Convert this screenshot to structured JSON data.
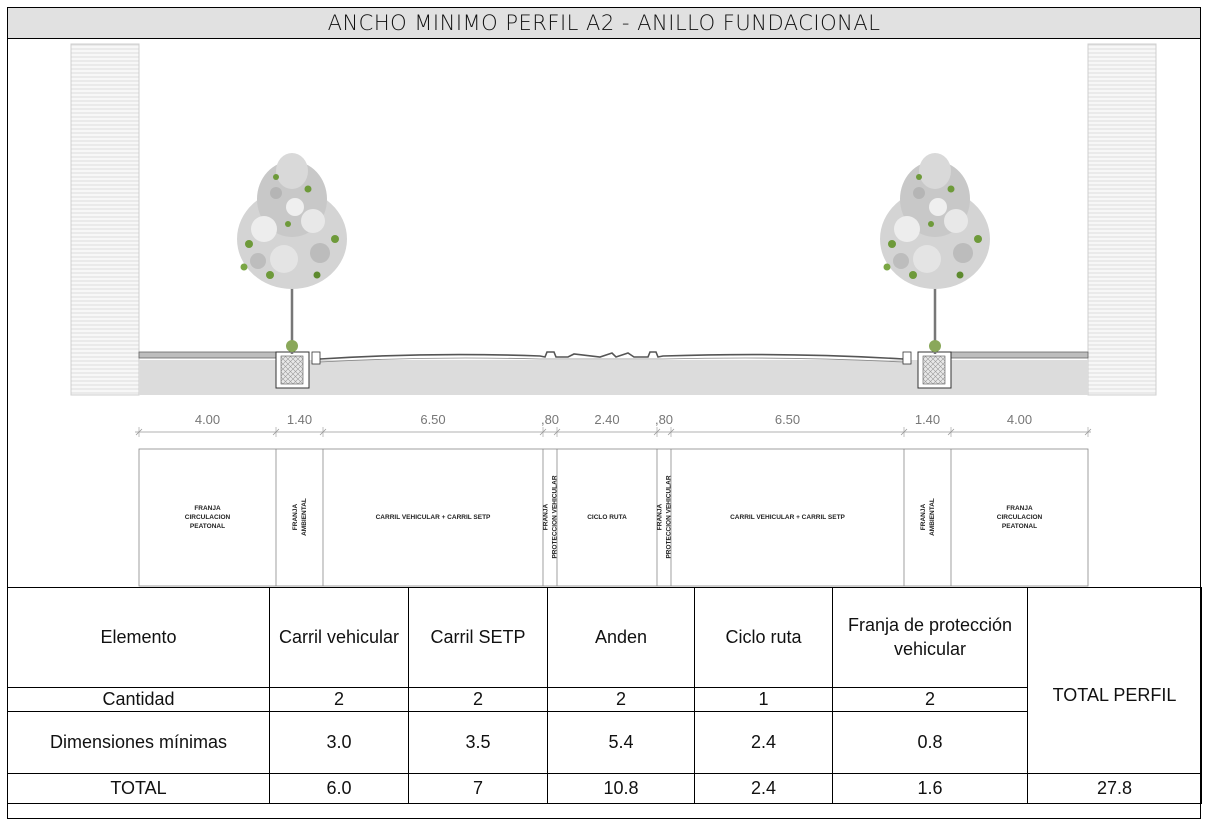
{
  "title": "ANCHO MINIMO PERFIL A2 - ANILLO FUNDACIONAL",
  "section_drawing": {
    "dimensions": [
      "4.00",
      "1.40",
      "6.50",
      ",80",
      "2.40",
      ",80",
      "6.50",
      "1.40",
      "4.00"
    ],
    "zones": [
      "FRANJA CIRCULACION PEATONAL",
      "FRANJA AMBIENTAL",
      "CARRIL VEHICULAR + CARRIL SETP",
      "FRANJA PROTECCION VEHICULAR",
      "CICLO RUTA",
      "FRANJA PROTECCION VEHICULAR",
      "CARRIL VEHICULAR + CARRIL SETP",
      "FRANJA AMBIENTAL",
      "FRANJA CIRCULACION PEATONAL"
    ]
  },
  "table": {
    "header": {
      "element": "Elemento",
      "carril_vehicular": "Carril vehicular",
      "carril_setp": "Carril SETP",
      "anden": "Anden",
      "ciclo_ruta": "Ciclo ruta",
      "franja": "Franja de protección vehicular",
      "total_perfil": "TOTAL PERFIL"
    },
    "cantidad": {
      "label": "Cantidad",
      "values": [
        "2",
        "2",
        "2",
        "1",
        "2"
      ]
    },
    "dimensiones": {
      "label": "Dimensiones mínimas",
      "values": [
        "3.0",
        "3.5",
        "5.4",
        "2.4",
        "0.8"
      ]
    },
    "total": {
      "label": "TOTAL",
      "values": [
        "6.0",
        "7",
        "10.8",
        "2.4",
        "1.6"
      ],
      "grand_total": "27.8"
    }
  }
}
